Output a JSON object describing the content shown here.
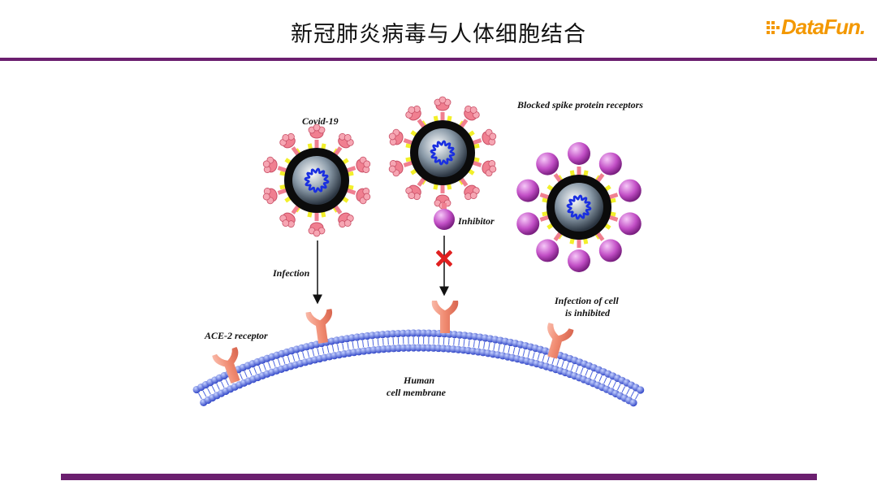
{
  "slide": {
    "title": "新冠肺炎病毒与人体细胞结合"
  },
  "logo": {
    "text": "DataFun."
  },
  "colors": {
    "accent": "#6b1f6f",
    "logo_orange": "#f39800",
    "spike": "#f07f90",
    "inhibitor": "#c24fc6",
    "lipid": "#4a63e0",
    "rna": "#1a2fe0",
    "block_mark": "#e02020"
  },
  "diagram": {
    "labels": {
      "covid": "Covid-19",
      "blocked": "Blocked spike protein receptors",
      "inhibitor": "Inhibitor",
      "infection": "Infection",
      "infection_inhibited_line1": "Infection of cell",
      "infection_inhibited_line2": "is inhibited",
      "ace2": "ACE-2 receptor",
      "membrane_line1": "Human",
      "membrane_line2": "cell membrane"
    }
  }
}
